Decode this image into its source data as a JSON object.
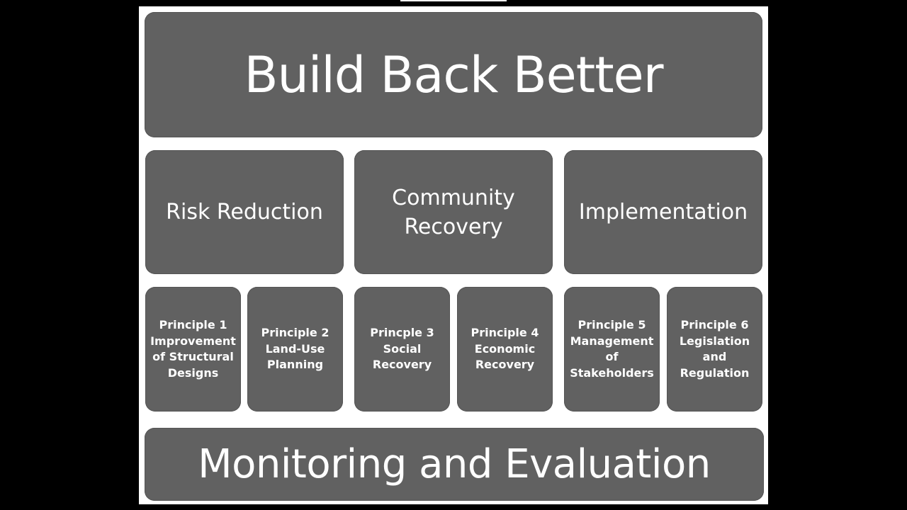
{
  "title": "Build Back Better",
  "categories": [
    "Risk Reduction",
    "Community\nRecovery",
    "Implementation"
  ],
  "principles": [
    "Principle 1\nImprovement\nof Structural\nDesigns",
    "Principle 2\nLand-Use\nPlanning",
    "Princple 3\nSocial\nRecovery",
    "Principle 4\nEconomic\nRecovery",
    "Principle 5\nManagement\nof\nStakeholders",
    "Principle 6\nLegislation\nand\nRegulation"
  ],
  "footer": "Monitoring and Evaluation",
  "colors": {
    "background": "#000000",
    "panel": "#ffffff",
    "box_fill": "#616161",
    "text": "#ffffff"
  }
}
